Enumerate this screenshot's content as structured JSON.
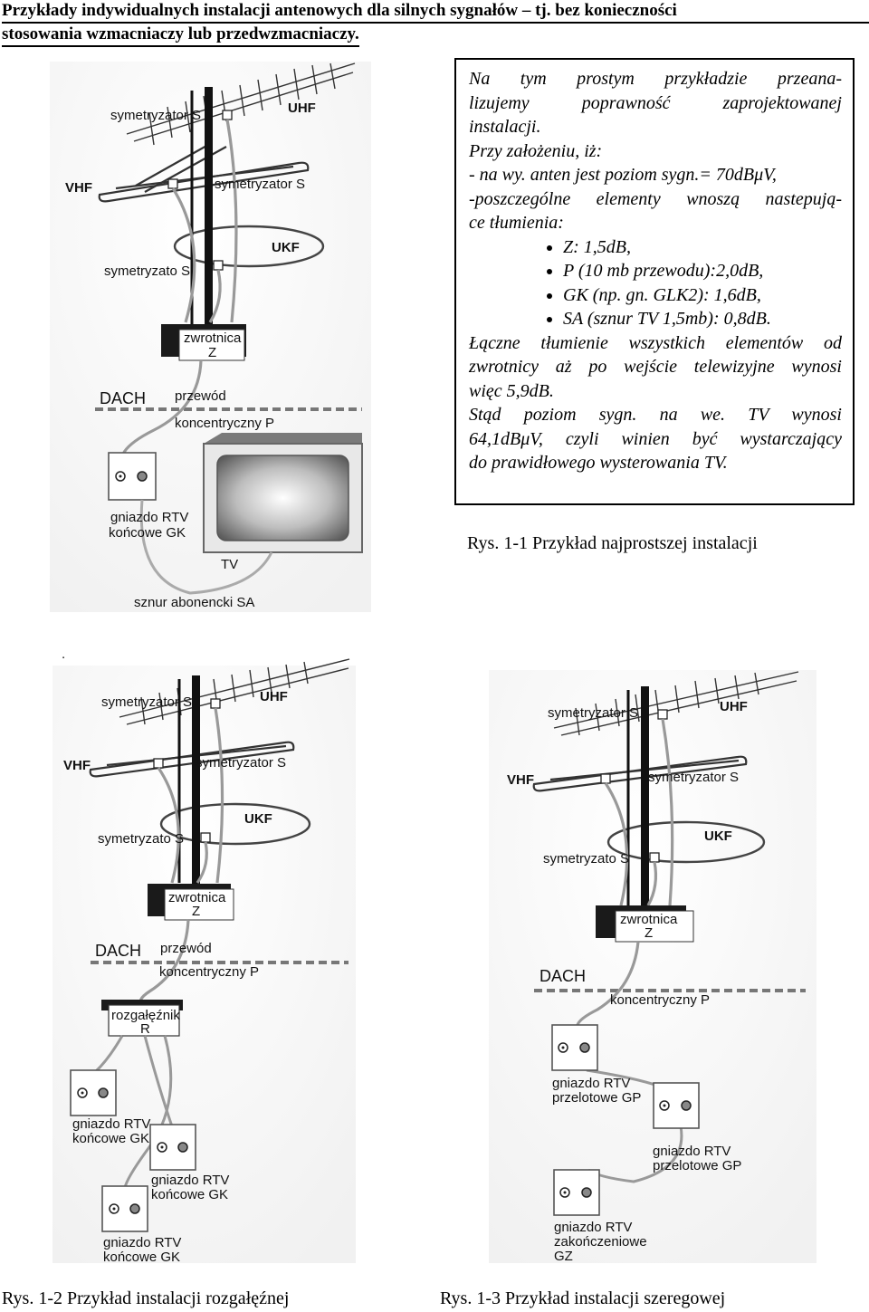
{
  "header": {
    "line1": "Przykłady indywidualnych instalacji antenowych  dla silnych sygnałów – tj. bez konieczności",
    "line2": "stosowania wzmacniaczy lub przedwzmacniaczy."
  },
  "description": {
    "p1_l1": "Na tym prostym przykładzie przeana-",
    "p1_l2": "lizujemy poprawność zaprojektowanej",
    "p1_l3": "instalacji.",
    "p2": "Przy założeniu, iż:",
    "p3": "- na wy. anten jest poziom sygn.= 70dBμV,",
    "p4_l1": "-poszczególne elementy wnoszą nastepują-",
    "p4_l2": "ce tłumienia:",
    "losses": [
      "Z: 1,5dB,",
      "P (10 mb przewodu):2,0dB,",
      "GK (np. gn. GLK2): 1,6dB,",
      "SA (sznur TV 1,5mb): 0,8dB."
    ],
    "p5_l1": "Łączne tłumienie wszystkich elementów od",
    "p5_l2": "zwrotnicy aż po wejście telewizyjne wynosi",
    "p5_l3": "więc 5,9dB.",
    "p6_l1": "Stąd poziom sygn. na we. TV wynosi",
    "p6_l2": "64,1dBμV, czyli winien być wystarczający",
    "p6_l3": "do prawidłowego wysterowania TV."
  },
  "captions": {
    "fig1": "Rys. 1-1 Przykład najprostszej instalacji",
    "fig2": "Rys. 1-2 Przykład instalacji rozgałęźnej",
    "fig3": "Rys. 1-3 Przykład instalacji szeregowej"
  },
  "labels": {
    "uhf": "UHF",
    "vhf": "VHF",
    "ukf": "UKF",
    "sym_s": "symetryzator S",
    "sym_s_alt": "symetryzato  S",
    "zwrotnica": "zwrotnica",
    "z": "Z",
    "dach": "DACH",
    "przewod": "przewód",
    "koncentryczny": "koncentryczny P",
    "gniazdo_rtv": "gniazdo RTV",
    "gniazdo_rtv_dot": "gniazdo RTV",
    "koncowe": "końcowe GK",
    "tv": "TV",
    "sznur": "sznur abonencki SA",
    "rozgaleznik": "rozgałęźnik",
    "r": "R",
    "przelotowe": "przelotowe GP",
    "zakonczeniowe": "zakończeniowe",
    "gz": "GZ",
    "dot": "."
  }
}
